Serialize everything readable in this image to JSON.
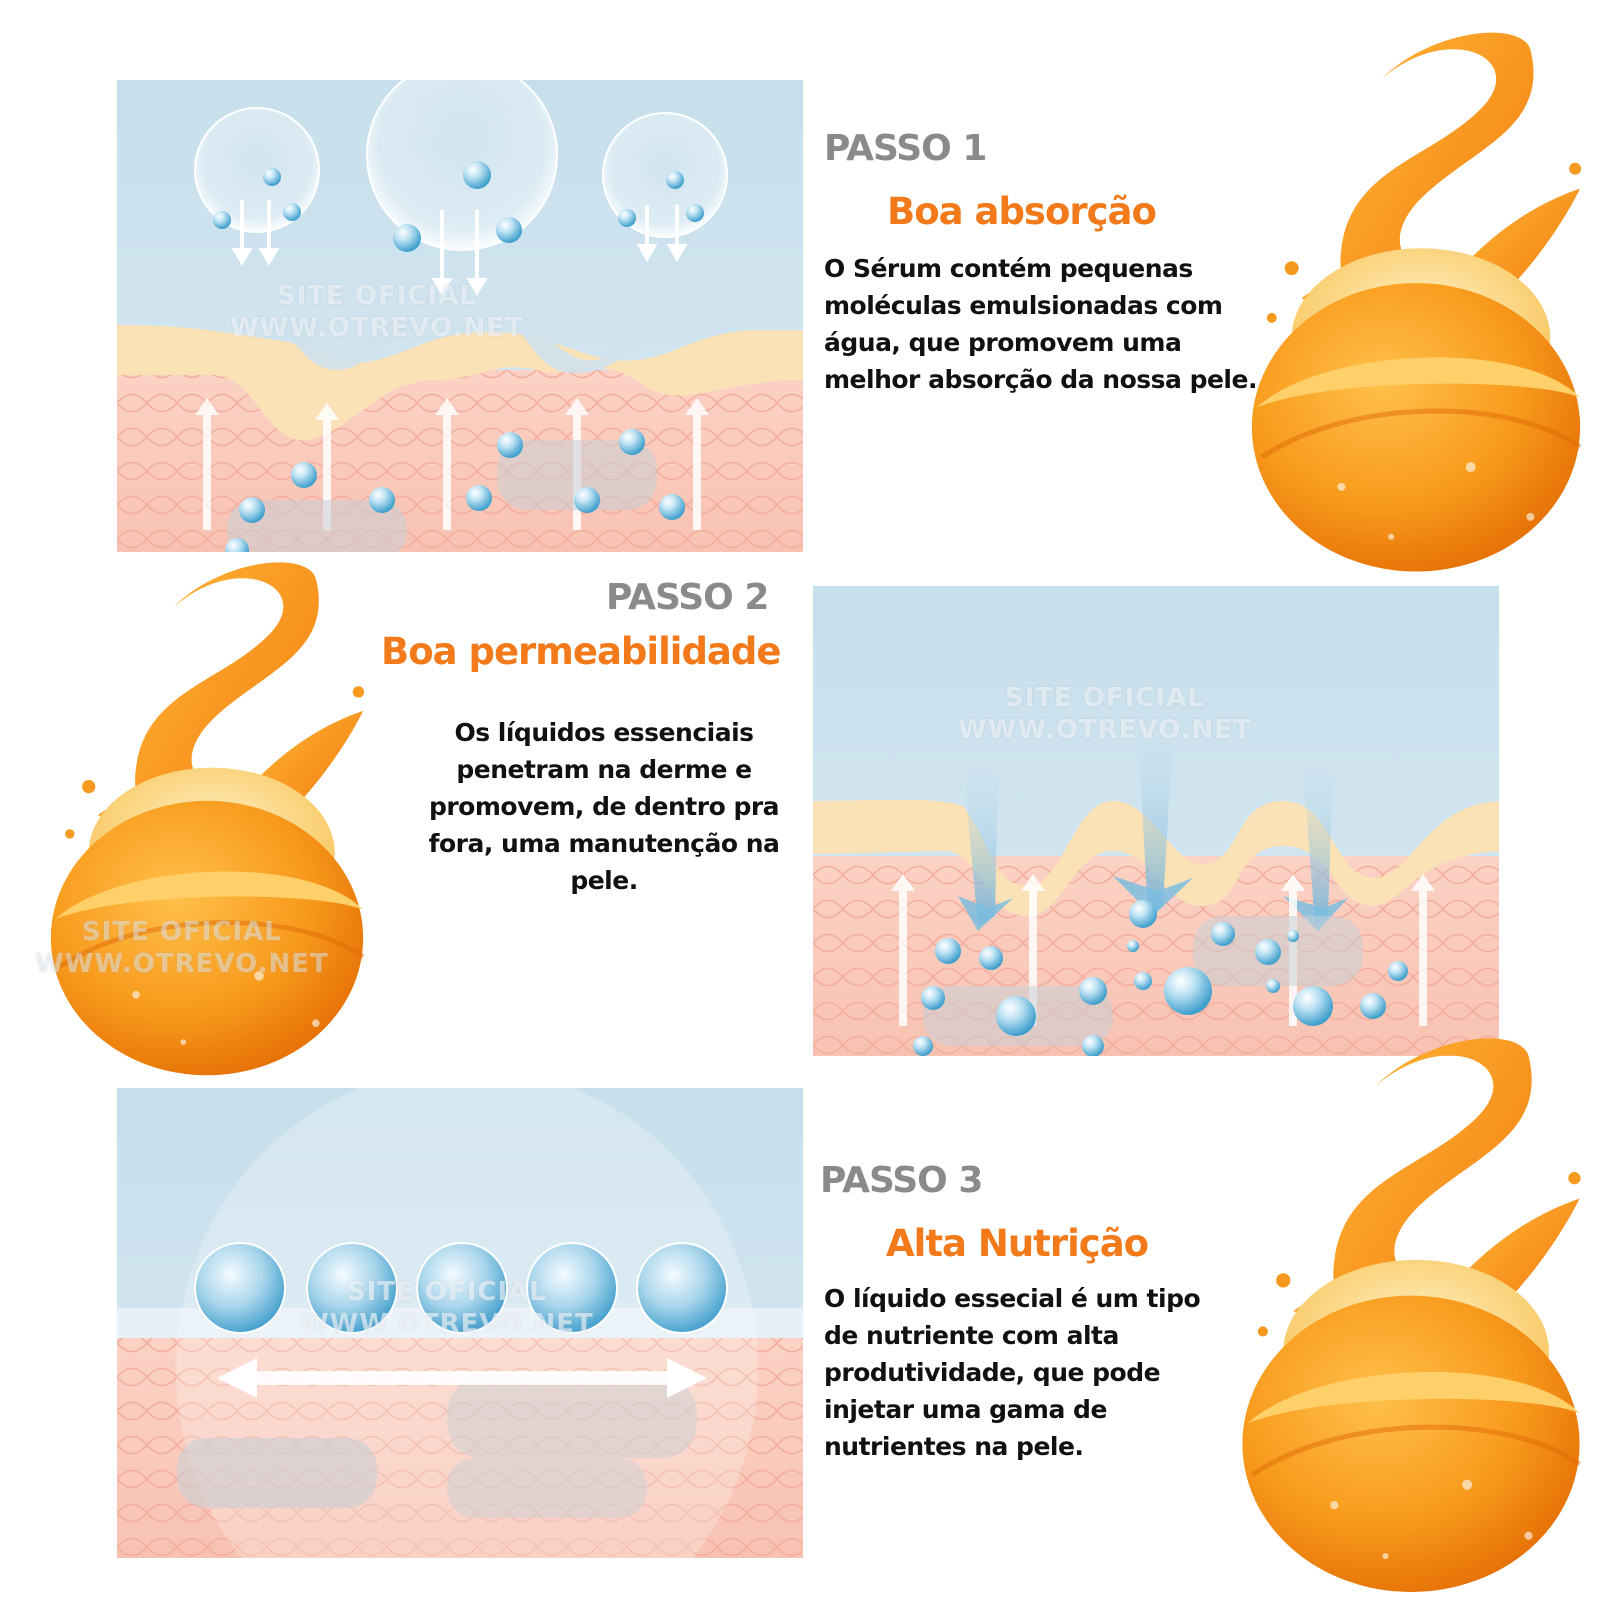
{
  "watermark": {
    "line1": "SITE OFICIAL",
    "line2": "WWW.OTREVO.NET"
  },
  "steps": [
    {
      "label": "PASSO 1",
      "title": "Boa absorção",
      "text": "O Sérum contém pequenas moléculas emulsionadas com água, que promovem uma melhor absorção da nossa pele."
    },
    {
      "label": "PASSO 2",
      "title": "Boa permeabilidade",
      "text": "Os líquidos essenciais penetram na derme e promovem, de dentro pra fora, uma manutenção na pele."
    },
    {
      "label": "PASSO 3",
      "title": "Alta Nutrição",
      "text": "O líquido essecial é um tipo de nutriente com alta produtividade, que pode injetar uma gama de nutrientes na pele."
    }
  ],
  "colors": {
    "accent_orange": "#f27a1a",
    "step_gray": "#8a8a8a",
    "water_blue": "#cde2ee",
    "serum_yellow": "#fbe2b6",
    "skin_pink": "#f8c8bb"
  }
}
